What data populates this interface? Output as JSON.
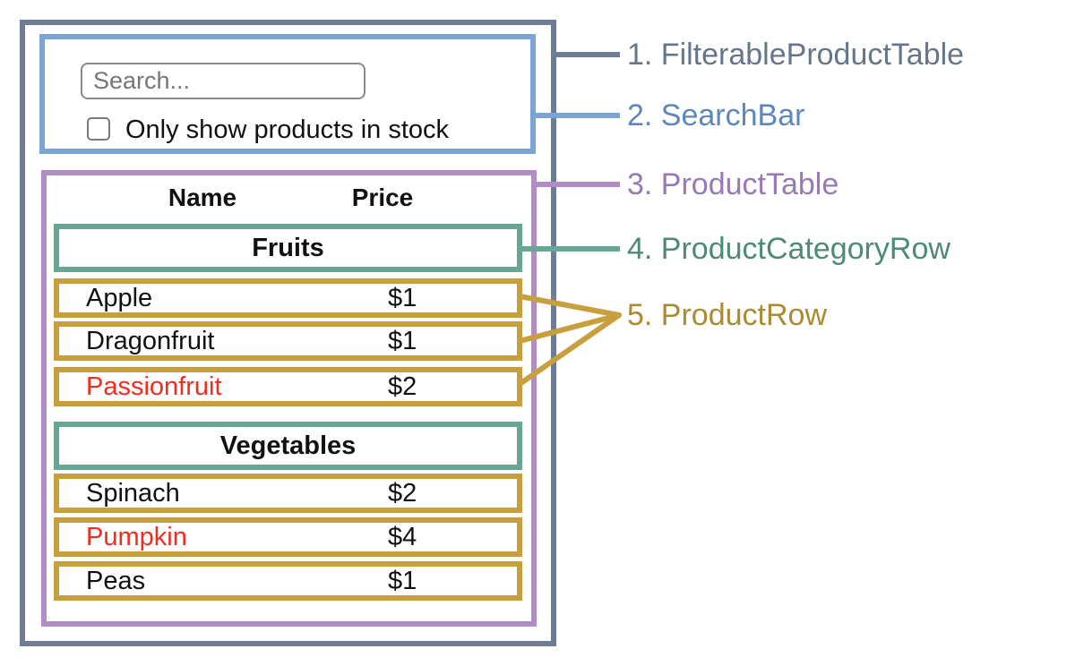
{
  "search_bar": {
    "placeholder": "Search...",
    "checkbox_label": "Only show products in stock",
    "checkbox_checked": false
  },
  "table": {
    "headers": {
      "name": "Name",
      "price": "Price"
    },
    "categories": [
      {
        "name": "Fruits",
        "rows": [
          {
            "name": "Apple",
            "price": "$1",
            "out_of_stock": false
          },
          {
            "name": "Dragonfruit",
            "price": "$1",
            "out_of_stock": false
          },
          {
            "name": "Passionfruit",
            "price": "$2",
            "out_of_stock": true
          }
        ]
      },
      {
        "name": "Vegetables",
        "rows": [
          {
            "name": "Spinach",
            "price": "$2",
            "out_of_stock": false
          },
          {
            "name": "Pumpkin",
            "price": "$4",
            "out_of_stock": true
          },
          {
            "name": "Peas",
            "price": "$1",
            "out_of_stock": false
          }
        ]
      }
    ],
    "out_of_stock_color": "#f22c1e"
  },
  "legend": [
    {
      "number": "1",
      "component": "FilterableProductTable",
      "label": "1. FilterableProductTable",
      "border_color": "#6e7d95",
      "text_color": "#65768c"
    },
    {
      "number": "2",
      "component": "SearchBar",
      "label": "2. SearchBar",
      "border_color": "#7aa3d8",
      "text_color": "#5c87bd"
    },
    {
      "number": "3",
      "component": "ProductTable",
      "label": "3. ProductTable",
      "border_color": "#b28bc9",
      "text_color": "#9779b5"
    },
    {
      "number": "4",
      "component": "ProductCategoryRow",
      "label": "4. ProductCategoryRow",
      "border_color": "#65a794",
      "text_color": "#4c8a78"
    },
    {
      "number": "5",
      "component": "ProductRow",
      "label": "5. ProductRow",
      "border_color": "#c79f3d",
      "text_color": "#aa8b34"
    }
  ]
}
